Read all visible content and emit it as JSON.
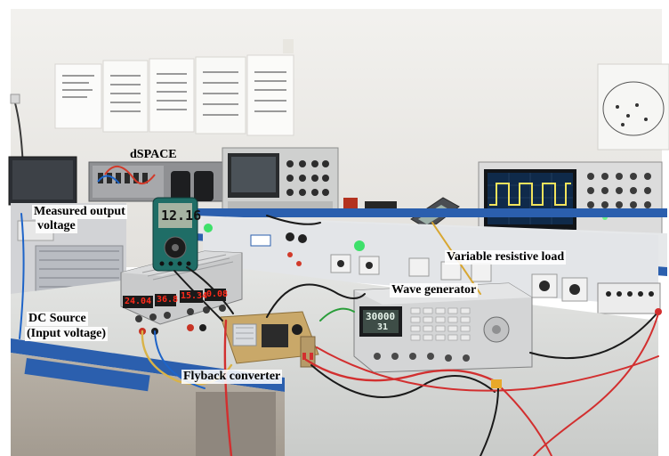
{
  "labels": {
    "dspace": "dSPACE",
    "measured_output": "Measured output",
    "voltage": "voltage",
    "dc_source": "DC Source",
    "input_voltage": "(Input voltage)",
    "variable_load": "Variable resistive load",
    "wave_generator": "Wave generator",
    "flyback": "Flyback converter"
  },
  "readouts": {
    "multimeter": "12.16",
    "psu_left": "24.04",
    "psu_mid": "36.8",
    "psu_right": "15.34",
    "psu_far": "0.08",
    "wavegen_top": "30000",
    "wavegen_bottom": "31"
  },
  "colors": {
    "wall": "#eceae6",
    "bench": "#2b5fae",
    "table": "#d9dad8",
    "scope_trace": "#f2e35c",
    "led_green": "#3ee06a",
    "display_red": "#ff2a1a"
  }
}
